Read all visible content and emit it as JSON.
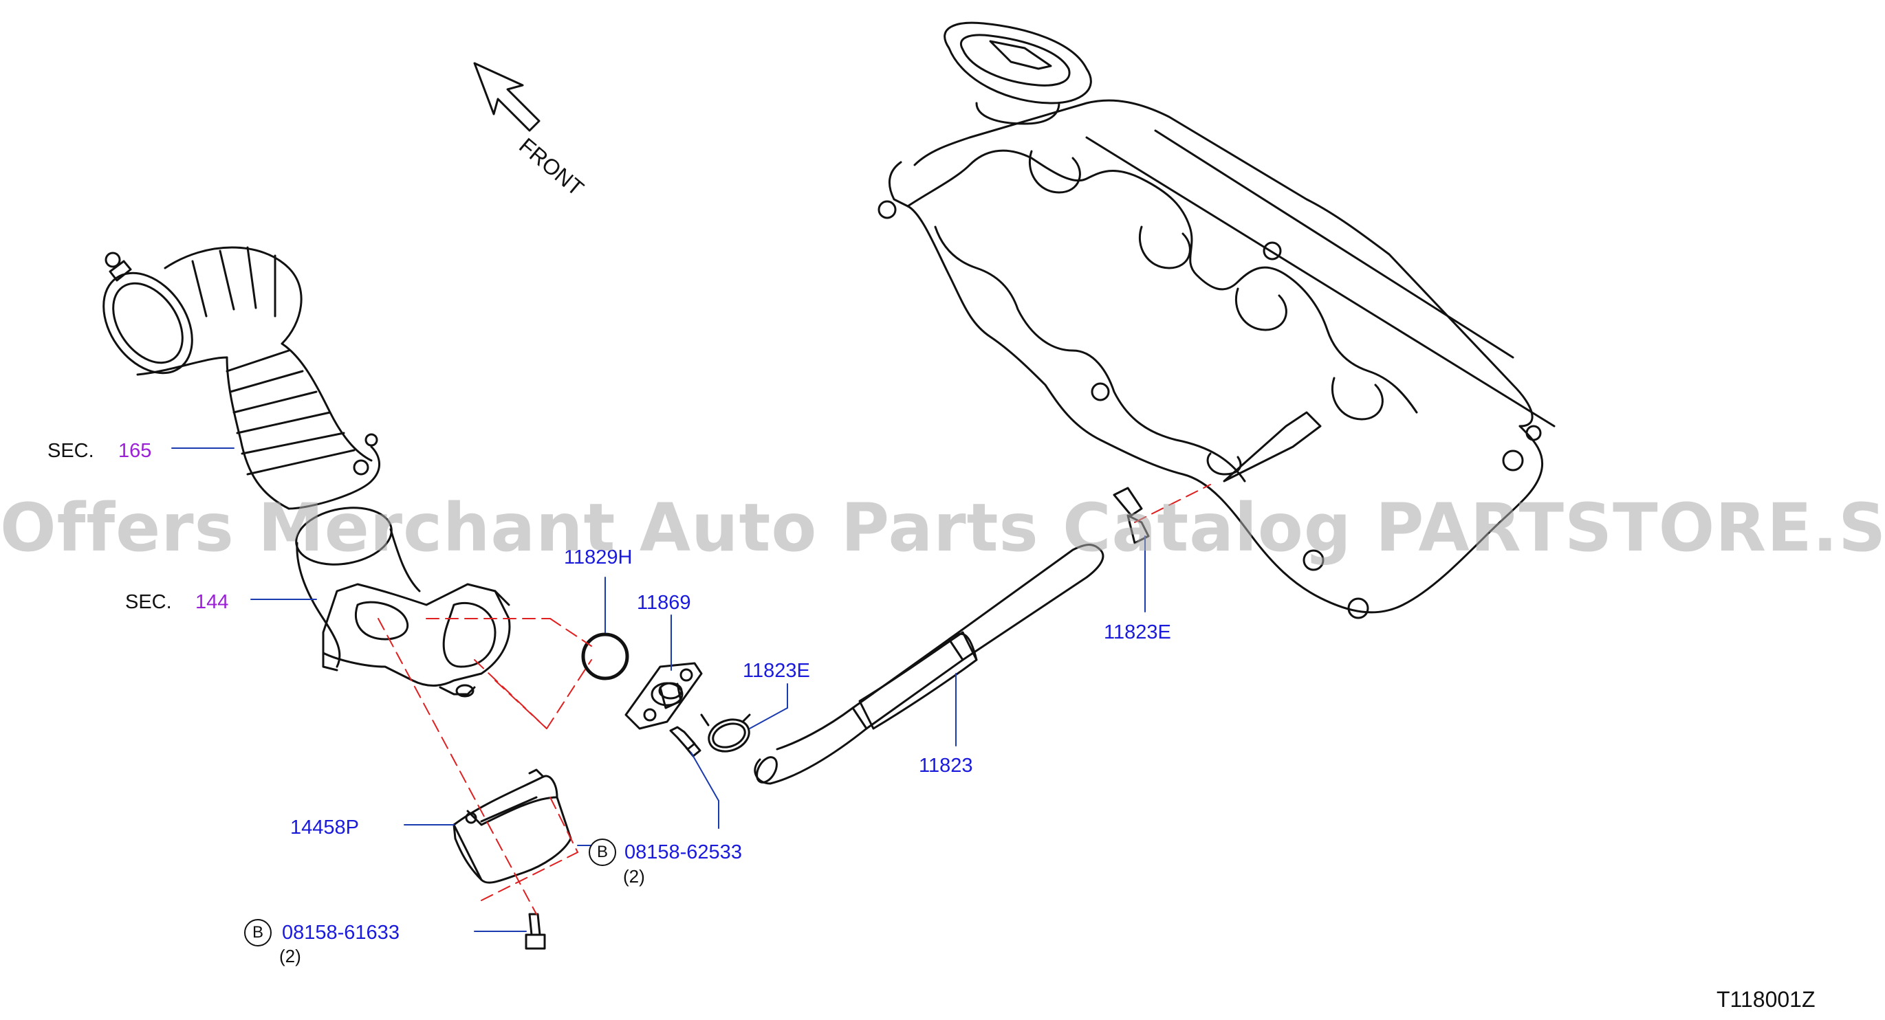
{
  "front_label": "FRONT",
  "watermark": "Offers Merchant Auto Parts Catalog PARTSTORE.SA",
  "sections": [
    {
      "prefix": "SEC.",
      "number": "165"
    },
    {
      "prefix": "SEC.",
      "number": "144"
    }
  ],
  "parts": {
    "p11829H": "11829H",
    "p11869": "11869",
    "p11823E_a": "11823E",
    "p11823E_b": "11823E",
    "p11823": "11823",
    "p14458P": "14458P",
    "bolt1": {
      "marker": "B",
      "number": "08158-62533",
      "qty": "(2)"
    },
    "bolt2": {
      "marker": "B",
      "number": "08158-61633",
      "qty": "(2)"
    }
  },
  "diagram_code": "T118001Z",
  "colors": {
    "part_number": "#1a1adb",
    "section_number": "#9b1fd6",
    "linework": "#111111",
    "phantom_line": "#e02020"
  }
}
